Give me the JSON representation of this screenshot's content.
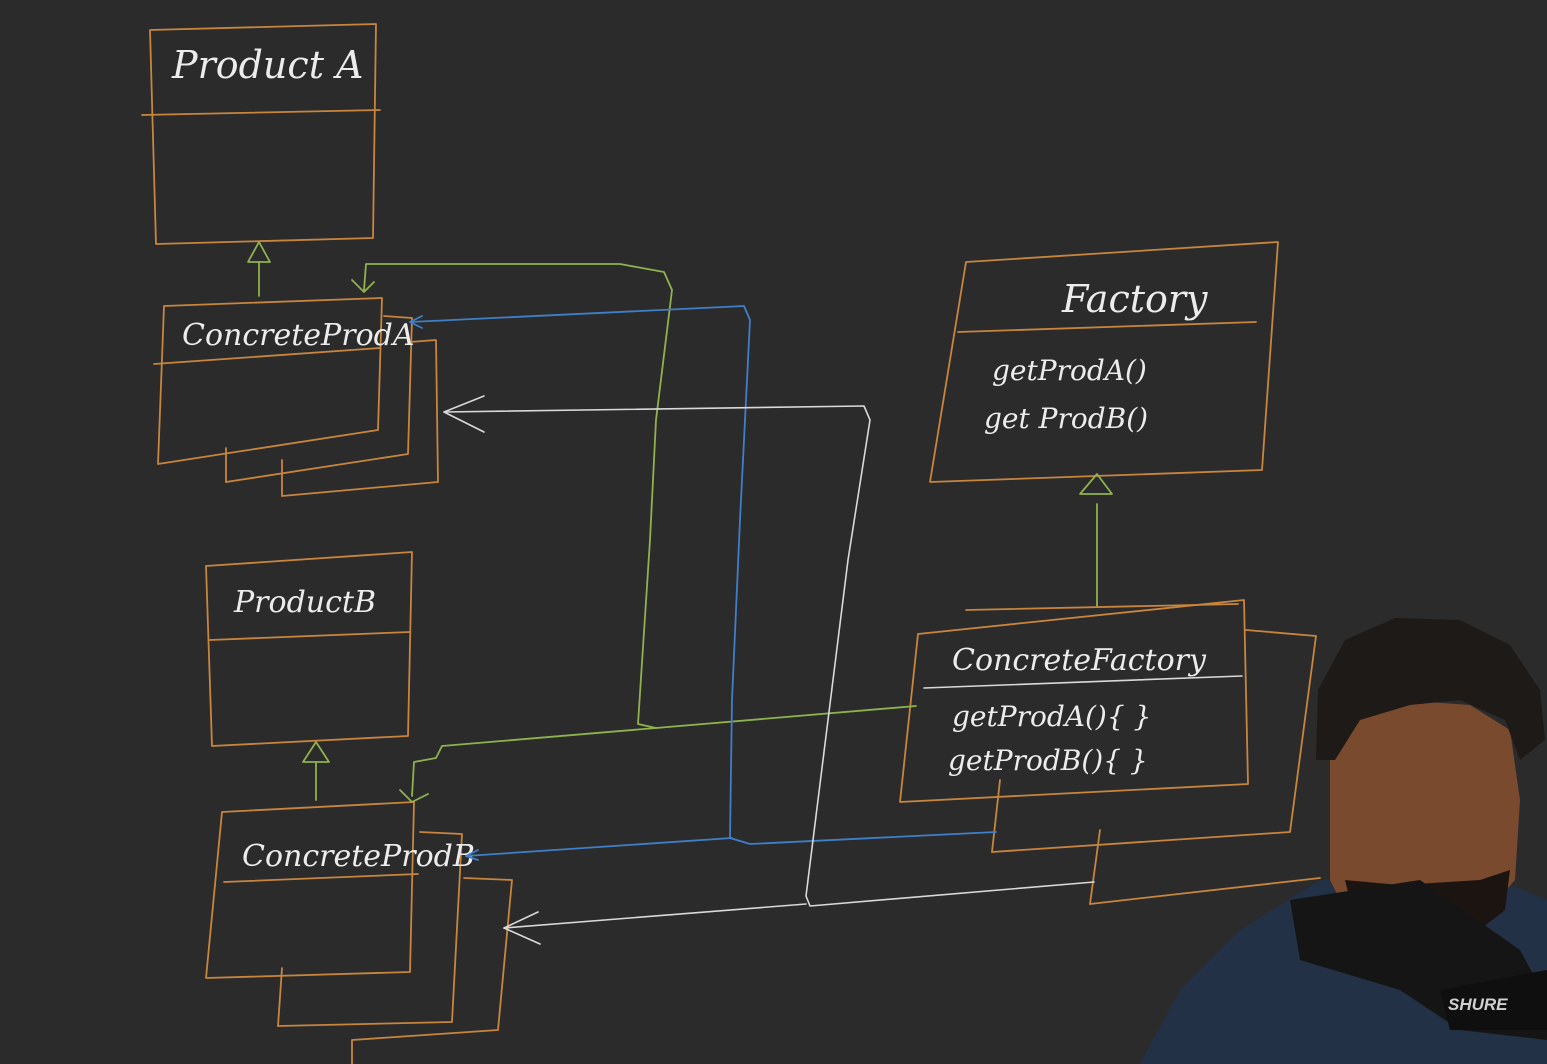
{
  "diagram": {
    "product_a": {
      "title": "Product A"
    },
    "concrete_prod_a": {
      "title": "ConcreteProdA"
    },
    "product_b": {
      "title": "ProductB"
    },
    "concrete_prod_b": {
      "title": "ConcreteProdB"
    },
    "factory": {
      "title": "Factory",
      "methods": [
        "getProdA()",
        "get ProdB()"
      ]
    },
    "concrete_factory": {
      "title": "ConcreteFactory",
      "methods": [
        "getProdA(){ }",
        "getProdB(){ }"
      ]
    },
    "webcam": {
      "mic_brand": "SHURE"
    }
  },
  "colors": {
    "background": "#2b2b2b",
    "box_stroke": "#c8853e",
    "inheritance_arrow": "#8fb24e",
    "green_link": "#8fb24e",
    "blue_link": "#3f7fc8",
    "white_link": "#d9d9d9",
    "text": "#ececec"
  }
}
